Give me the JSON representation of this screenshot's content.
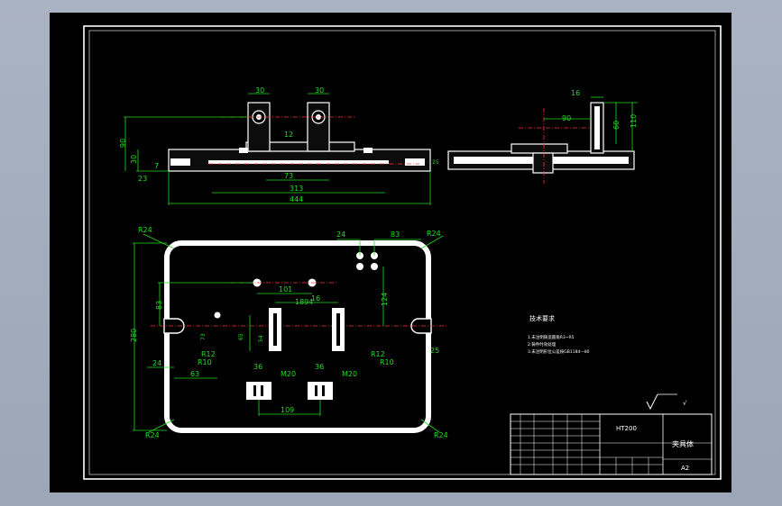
{
  "dims_front": {
    "w30a": "30",
    "w30b": "30",
    "h90": "90",
    "h30": "30",
    "v7": "7",
    "v23": "23",
    "h12": "12",
    "d73": "73",
    "d313": "313",
    "d444": "444",
    "d25": "25"
  },
  "dims_side": {
    "w16": "16",
    "h90": "90",
    "h110": "110",
    "h60": "60"
  },
  "dims_plan": {
    "r24_tl": "R24",
    "r24_tr": "R24",
    "r24_bl": "R24",
    "r24_br": "R24",
    "d24_top": "24",
    "d83_top": "83",
    "d101": "101",
    "d16": "16",
    "d1894": "1894",
    "d124": "124",
    "d83_left": "83",
    "d280": "280",
    "d73": "73",
    "d65": "65",
    "d54": "54",
    "r12_l": "R12",
    "r10_l": "R10",
    "r12_r": "R12",
    "r10_r": "R10",
    "d24_left": "24",
    "d63": "63",
    "d25_right": "25",
    "d36a": "36",
    "d36b": "36",
    "m20a": "M20",
    "m20b": "M20",
    "d109": "109"
  },
  "notes": {
    "title": "技术要求",
    "line1": "1.未注明铸造圆角R3~R5",
    "line2": "2.铸件时效处理",
    "line3": "3.未注明形位公差按GB1184—80"
  },
  "title_block": {
    "material": "HT200",
    "part_name": "夹具体",
    "sheet_size": "A2",
    "roughness": "√"
  }
}
